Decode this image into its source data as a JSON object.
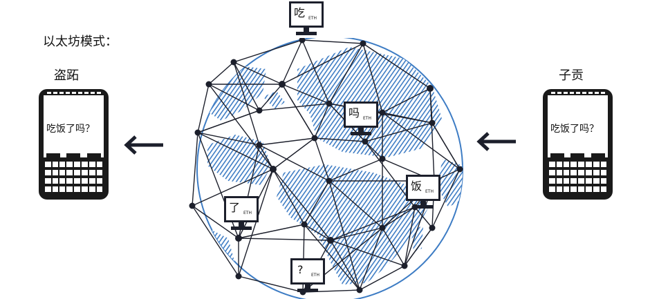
{
  "title": "以太坊模式：",
  "left_user": {
    "name": "盗跖",
    "message": "吃饭了吗？"
  },
  "right_user": {
    "name": "子贡",
    "message": "吃饭了吗？"
  },
  "nodes": [
    {
      "id": "top",
      "char": "吃",
      "unit": "ETH"
    },
    {
      "id": "center",
      "char": "吗",
      "unit": "ETH"
    },
    {
      "id": "right",
      "char": "饭",
      "unit": "ETH"
    },
    {
      "id": "left",
      "char": "了",
      "unit": "ETH"
    },
    {
      "id": "bottom",
      "char": "?",
      "unit": "ETH"
    }
  ],
  "colors": {
    "globe_ocean": "#ffffff",
    "globe_land": "#3d7cc4",
    "network": "#1c1f2b",
    "phone_body": "#1a1a1a"
  }
}
